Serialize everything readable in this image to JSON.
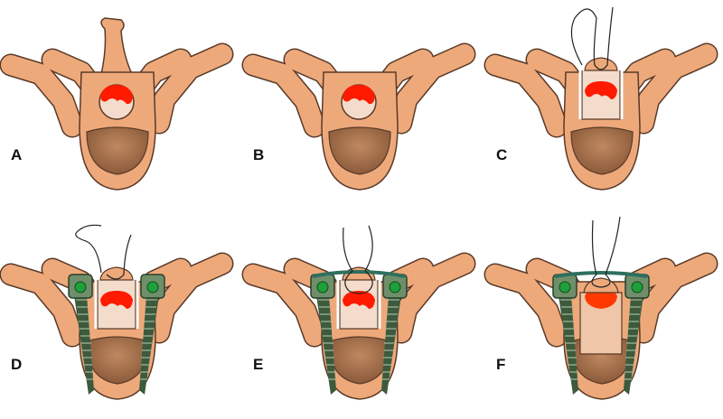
{
  "panels": [
    {
      "label": "A",
      "variant": "intact"
    },
    {
      "label": "B",
      "variant": "spinous-process-removed"
    },
    {
      "label": "C",
      "variant": "lamina-slot-with-suture"
    },
    {
      "label": "D",
      "variant": "pedicle-screws-with-suture"
    },
    {
      "label": "E",
      "variant": "screws-rod-suture"
    },
    {
      "label": "F",
      "variant": "screws-rod-canal-expanded"
    }
  ],
  "colors": {
    "bone": "#eea97b",
    "outline": "#5a3a28",
    "body_inner": "#a46c48",
    "canal": "#f3dccb",
    "cord": "#ff1a00",
    "screw": "#3d5a3d",
    "screw_ball": "#1fa03a",
    "rod": "#2f6f5f"
  }
}
